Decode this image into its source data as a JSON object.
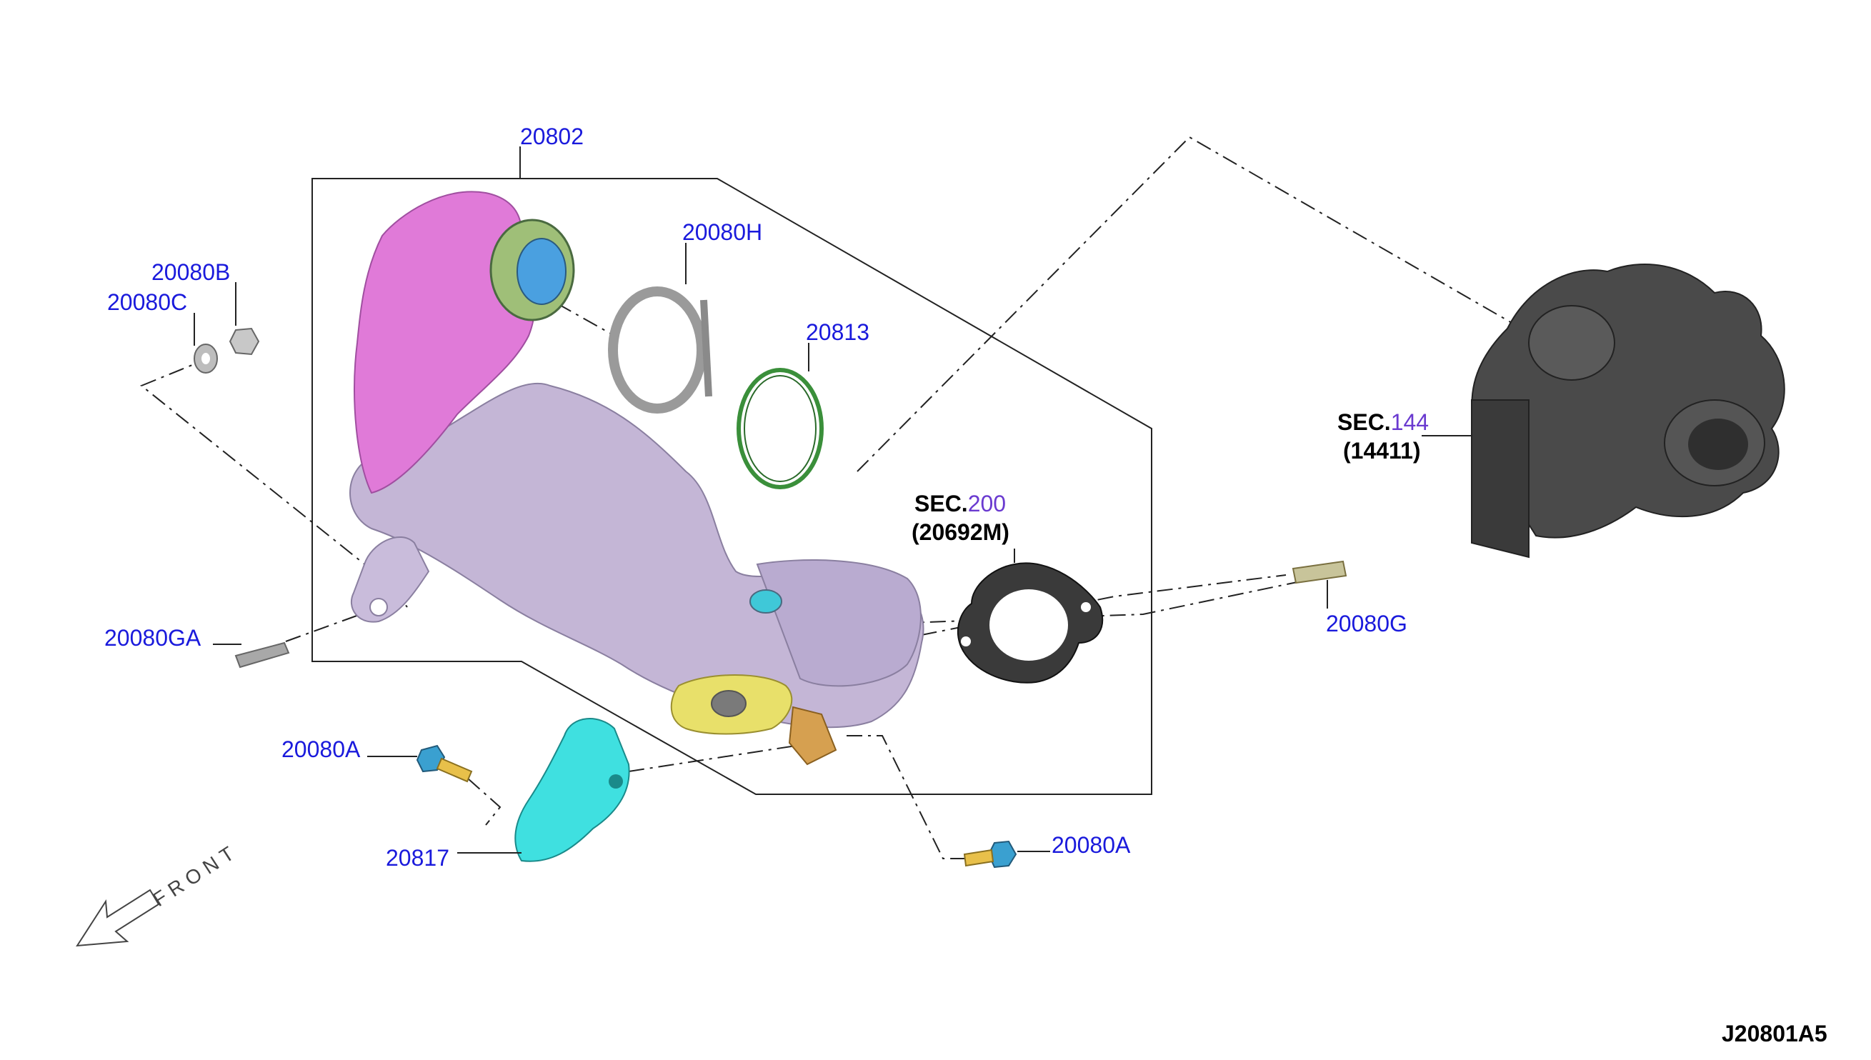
{
  "labels": {
    "p20802": "20802",
    "p20080H": "20080H",
    "p20813": "20813",
    "p20080B": "20080B",
    "p20080C": "20080C",
    "p20080GA": "20080GA",
    "p20080G": "20080G",
    "p20080A_left": "20080A",
    "p20080A_right": "20080A",
    "p20817": "20817"
  },
  "references": {
    "sec144": {
      "prefix": "SEC.",
      "number": "144",
      "part": "(14411)"
    },
    "sec200": {
      "prefix": "SEC.",
      "number": "200",
      "part": "(20692M)"
    }
  },
  "direction": "FRONT",
  "diagram_code": "J20801A5",
  "colors": {
    "label_blue": "#1a1adc",
    "sec_number_purple": "#6a3ad0",
    "heat_shield_magenta": "#e07ad8",
    "converter_lilac": "#c4b6d6",
    "gasket_ring_green": "#3a8f3a",
    "bracket_cyan": "#3fe0e0",
    "flange_yellow": "#e8e06a",
    "turbo_dark": "#4a4a4a"
  }
}
